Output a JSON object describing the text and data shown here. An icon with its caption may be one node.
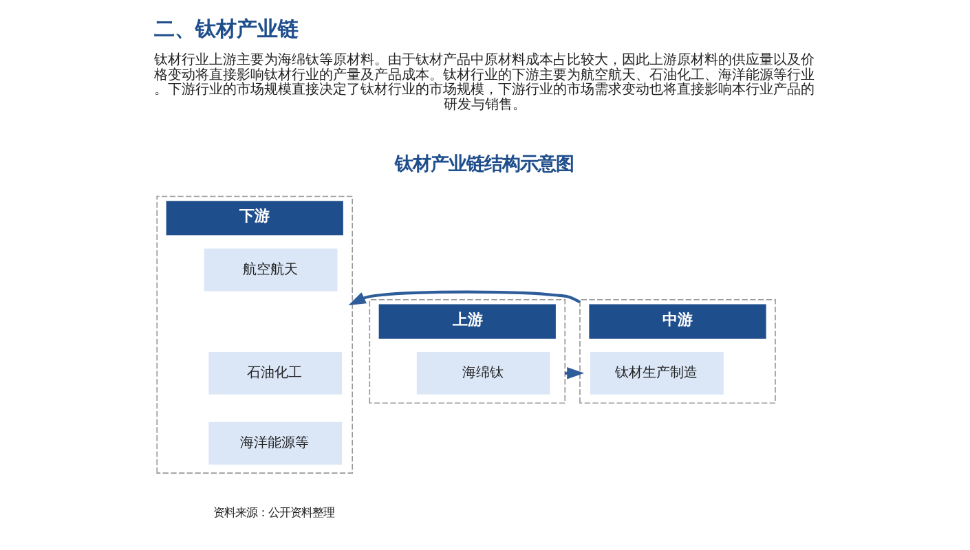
{
  "diagram": {
    "title": "二、钛材产业链",
    "nodes": [
      {
        "text": [
          "上游"
        ]
      },
      {
        "text": [
          "海绵钛"
        ],
        "in": 0
      },
      {
        "text": [
          "中游"
        ]
      },
      {
        "text": [
          "钛材生产制造"
        ],
        "in": 2
      },
      {
        "text": [
          "下游"
        ]
      },
      {
        "text": [
          "航空航天"
        ],
        "in": 4
      },
      {
        "text": [
          "石油化工"
        ],
        "in": 4
      },
      {
        "text": [
          "海洋能源等"
        ],
        "in": 4
      }
    ],
    "edges": [
      {
        "from": 0,
        "to": 2,
        "arrow": "to"
      },
      {
        "from": 2,
        "to": 4,
        "arrow": "to"
      }
    ],
    "labels": [
      "钛材行业上游主要为海绵钛等原材料。由于钛材产品中原材料成本占比较大，因此上游原材料的供应量以及价格变动将直接影响钛材行业的产量及产品成本。钛材行业的下游主要为航空航天、石油化工、海洋能源等行业。下游行业的市场规模直接决定了钛材行业的市场规模，下游行业的市场需求变动也将直接影响本行业产品的研发与销售。",
      "钛材产业链结构示意图",
      "资料来源：公开资料整理"
    ]
  }
}
